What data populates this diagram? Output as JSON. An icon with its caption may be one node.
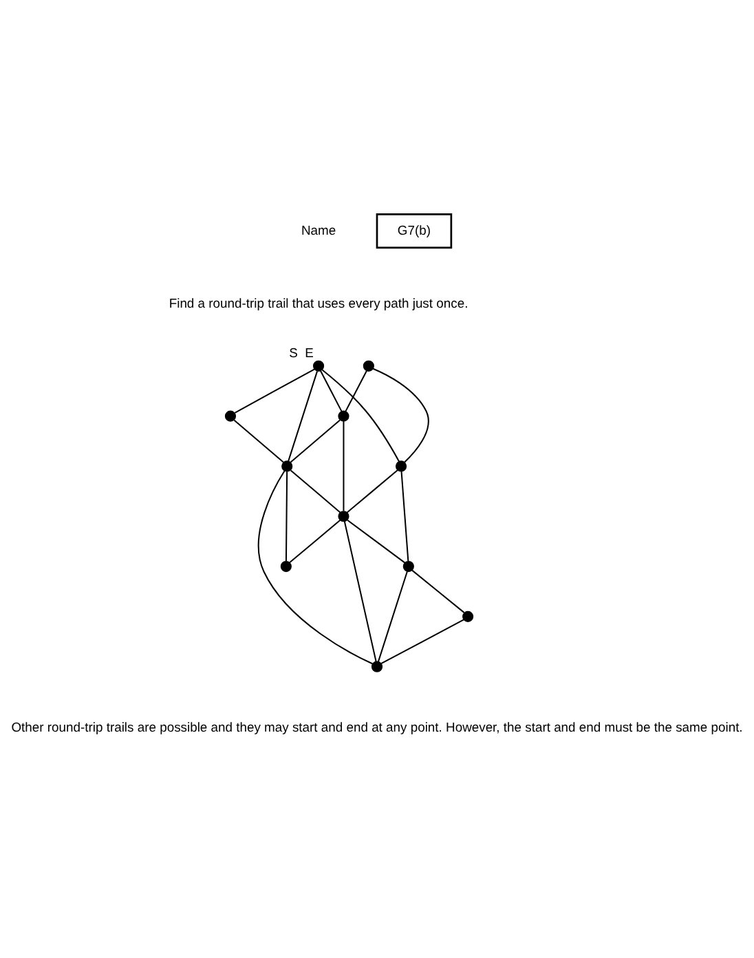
{
  "diagram": {
    "nodes": [
      {
        "text": [
          "G7(b)"
        ]
      },
      {
        "text": [],
        "shape": "circle",
        "beside": [
          "S",
          "E"
        ]
      },
      {
        "text": [],
        "shape": "circle"
      },
      {
        "text": [],
        "shape": "circle"
      },
      {
        "text": [],
        "shape": "circle"
      },
      {
        "text": [],
        "shape": "circle"
      },
      {
        "text": [],
        "shape": "circle"
      },
      {
        "text": [],
        "shape": "circle"
      },
      {
        "text": [],
        "shape": "circle"
      },
      {
        "text": [],
        "shape": "circle"
      },
      {
        "text": [],
        "shape": "circle"
      },
      {
        "text": [],
        "shape": "circle"
      }
    ],
    "edges": [
      {
        "from": 1,
        "to": 4,
        "arrow": "none"
      },
      {
        "from": 1,
        "to": 6,
        "arrow": "none"
      },
      {
        "from": 1,
        "to": 5,
        "arrow": "none"
      },
      {
        "from": 1,
        "to": 3,
        "arrow": "none"
      },
      {
        "from": 3,
        "to": 6,
        "arrow": "none"
      },
      {
        "from": 2,
        "to": 4,
        "arrow": "none"
      },
      {
        "from": 2,
        "to": 5,
        "arrow": "none"
      },
      {
        "from": 4,
        "to": 7,
        "arrow": "none"
      },
      {
        "from": 5,
        "to": 6,
        "arrow": "none"
      },
      {
        "from": 5,
        "to": 7,
        "arrow": "none"
      },
      {
        "from": 6,
        "to": 7,
        "arrow": "none"
      },
      {
        "from": 6,
        "to": 11,
        "arrow": "none"
      },
      {
        "from": 6,
        "to": 8,
        "arrow": "none"
      },
      {
        "from": 7,
        "to": 8,
        "arrow": "none"
      },
      {
        "from": 7,
        "to": 9,
        "arrow": "none"
      },
      {
        "from": 7,
        "to": 11,
        "arrow": "none"
      },
      {
        "from": 9,
        "to": 10,
        "arrow": "none"
      },
      {
        "from": 10,
        "to": 11,
        "arrow": "none"
      },
      {
        "from": 9,
        "to": 11,
        "arrow": "none"
      },
      {
        "from": 4,
        "to": 9,
        "arrow": "none"
      }
    ],
    "labels": [
      "Name",
      "Find a round-trip trail that uses every path just once.",
      "Other round-trip trails are possible and they may start and end at any point. However, the start and end must be the same point."
    ]
  }
}
